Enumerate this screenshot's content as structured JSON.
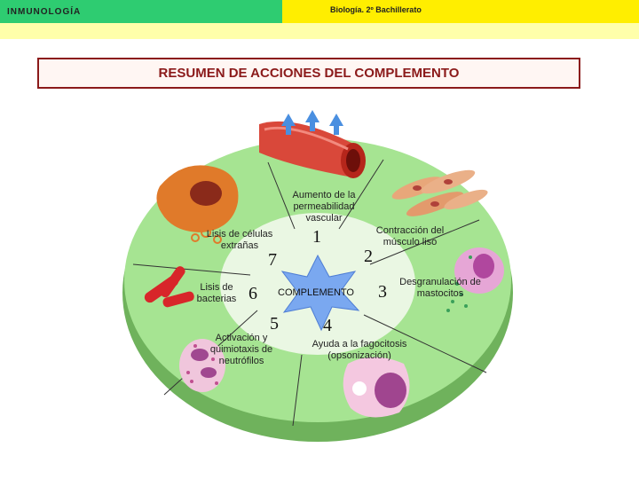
{
  "header": {
    "left_label": "INMUNOLOGÍA",
    "right_label": "Biología. 2º Bachillerato",
    "colors": {
      "left": "#2ecc71",
      "right": "#ffee00",
      "band": "#ffffaa"
    }
  },
  "title": "RESUMEN DE ACCIONES DEL COMPLEMENTO",
  "diagram": {
    "center_label": "COMPLEMENTO",
    "actions": [
      {
        "number": "1",
        "label": "Aumento de la permeabilidad vascular"
      },
      {
        "number": "2",
        "label": "Contracción del músculo liso"
      },
      {
        "number": "3",
        "label": "Desgranulación de mastocitos"
      },
      {
        "number": "4",
        "label": "Ayuda a la fagocitosis (opsonización)"
      },
      {
        "number": "5",
        "label": "Activación y quimiotaxis de neutrófilos"
      },
      {
        "number": "6",
        "label": "Lisis de bacterias"
      },
      {
        "number": "7",
        "label": "Lisis de células extrañas"
      }
    ],
    "colors": {
      "disc_top": "#9be08a",
      "disc_edge": "#7fc06b",
      "inner": "#e8f6e0",
      "star": "#7aa8f0"
    }
  }
}
